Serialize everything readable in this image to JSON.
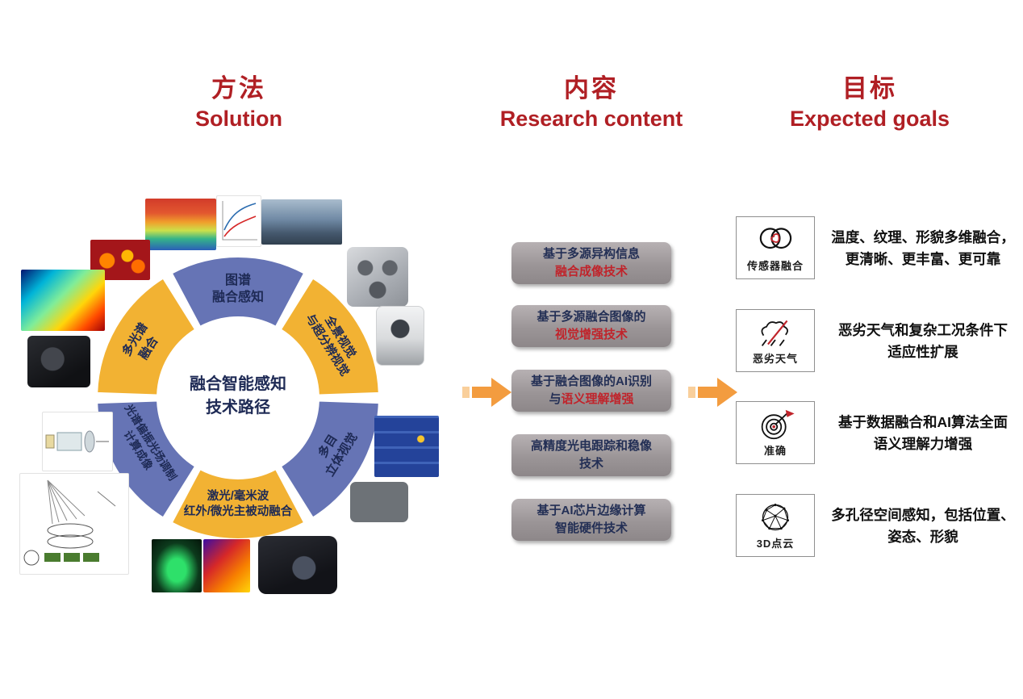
{
  "headers": {
    "solution": {
      "zh": "方法",
      "en": "Solution"
    },
    "content": {
      "zh": "内容",
      "en": "Research content"
    },
    "goals": {
      "zh": "目标",
      "en": "Expected goals"
    }
  },
  "donut": {
    "center": [
      "融合智能感知",
      "技术路径"
    ],
    "segments": [
      {
        "position": "top",
        "color": "blue",
        "lines": [
          "图谱",
          "融合感知"
        ]
      },
      {
        "position": "top-right",
        "color": "yellow",
        "lines": [
          "全景视觉",
          "与超分辨视觉"
        ]
      },
      {
        "position": "bottom-right",
        "color": "blue",
        "lines": [
          "多目",
          "立体视觉"
        ]
      },
      {
        "position": "bottom",
        "color": "yellow",
        "lines": [
          "激光/毫米波",
          "红外/微光主被动融合"
        ]
      },
      {
        "position": "bottom-left",
        "color": "blue",
        "lines": [
          "光谱偏振光场调制",
          "计算成像"
        ]
      },
      {
        "position": "top-left",
        "color": "yellow",
        "lines": [
          "多光谱",
          "融合"
        ]
      }
    ]
  },
  "research": {
    "boxes": [
      {
        "line1": "基于多源异构信息",
        "line2": "融合成像技术",
        "line2_red": true
      },
      {
        "line1": "基于多源融合图像的",
        "line2": "视觉增强技术",
        "line2_red": true
      },
      {
        "line1": "基于融合图像的AI识别",
        "line2_prefix": "与",
        "line2": "语义理解增强",
        "line2_red": true
      },
      {
        "line1": "高精度光电跟踪和稳像",
        "line2": "技术",
        "line2_red": false
      },
      {
        "line1": "基于AI芯片边缘计算",
        "line2": "智能硬件技术",
        "line2_red": false
      }
    ]
  },
  "goals": {
    "items": [
      {
        "icon": "sensor-fusion-icon",
        "label": "传感器融合",
        "text1": "温度、纹理、形貌多维融合，",
        "text2": "更清晰、更丰富、更可靠"
      },
      {
        "icon": "bad-weather-icon",
        "label": "恶劣天气",
        "text1": "恶劣天气和复杂工况条件下",
        "text2": "适应性扩展"
      },
      {
        "icon": "target-accuracy-icon",
        "label": "准确",
        "text1": "基于数据融合和AI算法全面",
        "text2": "语义理解力增强"
      },
      {
        "icon": "point-cloud-icon",
        "label": "3D点云",
        "text1": "多孔径空间感知，包括位置、",
        "text2": "姿态、形貌"
      }
    ]
  },
  "colors": {
    "accent_red": "#b01f24",
    "ring_blue": "#6674b5",
    "ring_yellow": "#f2b233",
    "arrow_orange": "#f39c3f",
    "box_gray": "#9b9597",
    "navy_text": "#1e2a55"
  },
  "figures": [
    "spectral-cube-image",
    "curve-chart-image",
    "panorama-image",
    "multi-camera-rig-image",
    "ptz-camera-image",
    "blue-blocks-image",
    "stereo-camera-image",
    "gimbal-camera-image",
    "night-vision-image",
    "thermal-people-image",
    "red-fruits-image",
    "rainbow-thermal-image",
    "lens-device-image",
    "optics-diagram-small-image",
    "optics-diagram-large-image"
  ]
}
